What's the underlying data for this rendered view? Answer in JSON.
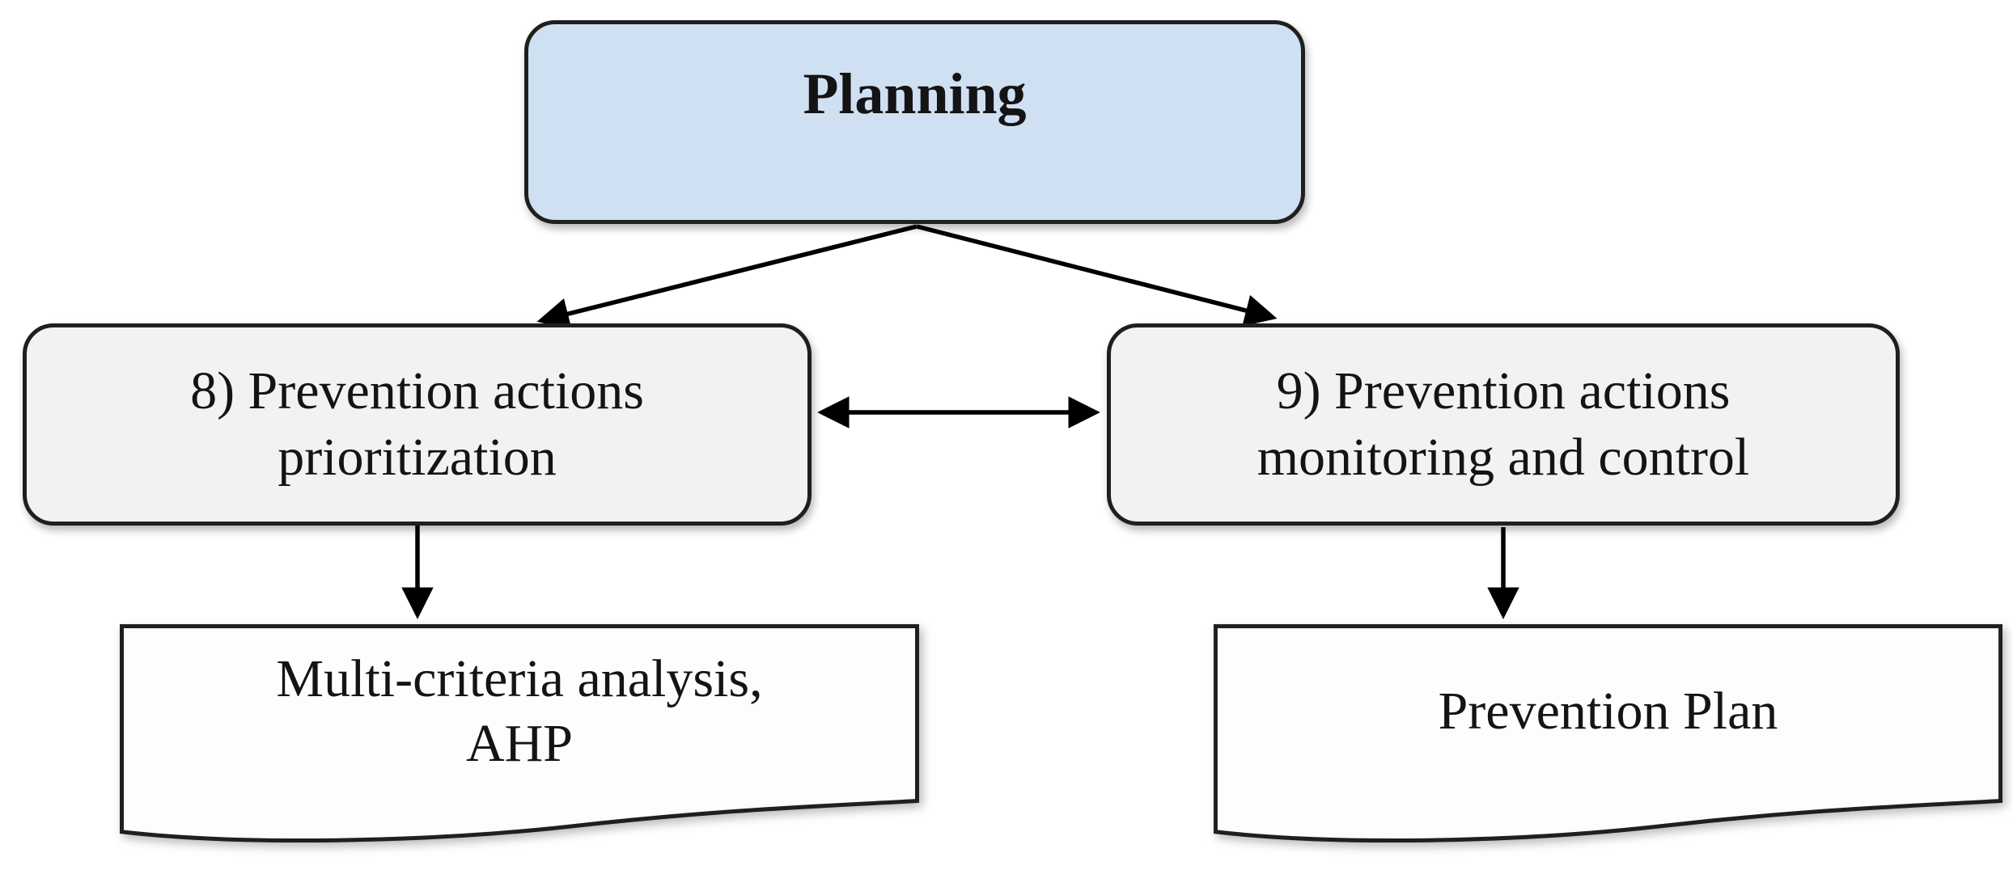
{
  "diagram": {
    "type": "flowchart",
    "colors": {
      "planning_fill": "#cfe0f2",
      "process_fill": "#f2f2f2",
      "document_fill": "#fdfdfd",
      "border": "#1f1f1f",
      "arrow": "#000000",
      "text": "#141414",
      "canvas_bg": "#ffffff"
    },
    "nodes": {
      "planning": {
        "shape": "rounded-rectangle",
        "label": "Planning"
      },
      "prioritization": {
        "shape": "rounded-rectangle",
        "line1": "8) Prevention actions",
        "line2": "prioritization"
      },
      "monitoring": {
        "shape": "rounded-rectangle",
        "line1": "9) Prevention actions",
        "line2": "monitoring and control"
      },
      "multicriteria": {
        "shape": "document",
        "line1": "Multi-criteria analysis,",
        "line2": "AHP"
      },
      "prevention_plan": {
        "shape": "document",
        "line1": "Prevention Plan"
      }
    },
    "edges": [
      {
        "from": "planning",
        "to": "prioritization",
        "style": "arrow"
      },
      {
        "from": "planning",
        "to": "monitoring",
        "style": "arrow"
      },
      {
        "from": "prioritization",
        "to": "monitoring",
        "style": "double-arrow"
      },
      {
        "from": "prioritization",
        "to": "multicriteria",
        "style": "arrow"
      },
      {
        "from": "monitoring",
        "to": "prevention_plan",
        "style": "arrow"
      }
    ]
  }
}
